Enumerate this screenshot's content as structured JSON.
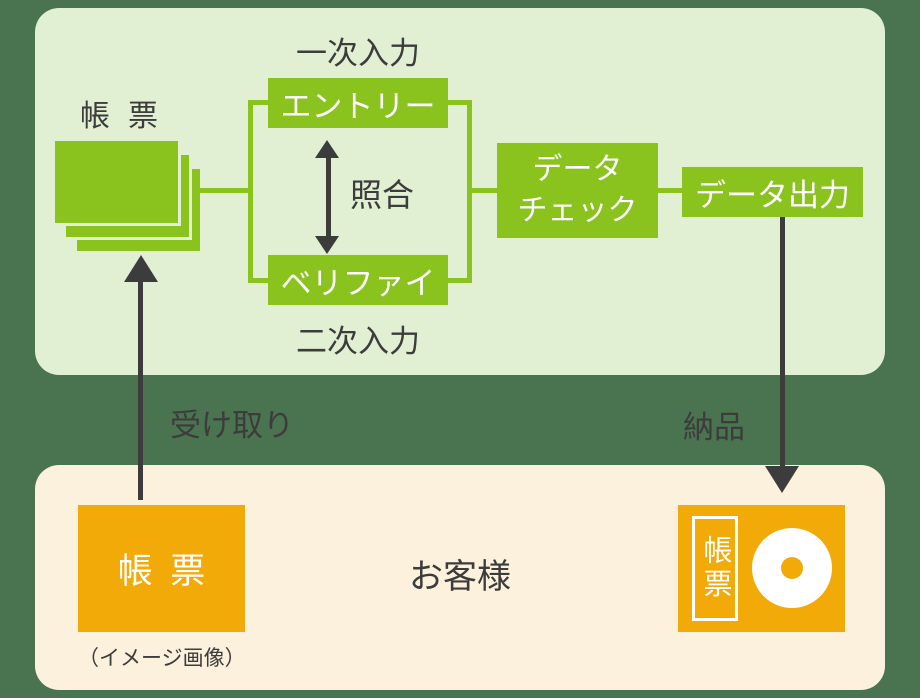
{
  "colors": {
    "page_bg": "#4A734F",
    "panel_green_bg": "#E1EFD2",
    "box_green": "#8AC21E",
    "panel_cream_bg": "#FBF1DC",
    "box_orange": "#F2AA08",
    "dark": "#3C3C3C",
    "white": "#FFFFFF"
  },
  "icons": {
    "paper_stack": "stacked-sheets-icon",
    "collation_arrow": "double-headed-vertical-arrow-icon",
    "receive_arrow": "arrow-up-icon",
    "delivery_arrow": "arrow-down-icon",
    "disc": "cd-disc-icon"
  },
  "process_panel": {
    "paper_stack_label": "帳票",
    "primary_input_caption": "一次入力",
    "entry_label": "エントリー",
    "collation_label": "照合",
    "verify_label": "ベリファイ",
    "secondary_input_caption": "二次入力",
    "data_check_line1": "データ",
    "data_check_line2": "チェック",
    "data_output_label": "データ出力"
  },
  "transfer": {
    "receive_label": "受け取り",
    "delivery_label": "納品"
  },
  "customer_panel": {
    "form_label": "帳票",
    "form_caption": "（イメージ画像）",
    "customer_label": "お客様",
    "media_form_label": "帳票"
  }
}
